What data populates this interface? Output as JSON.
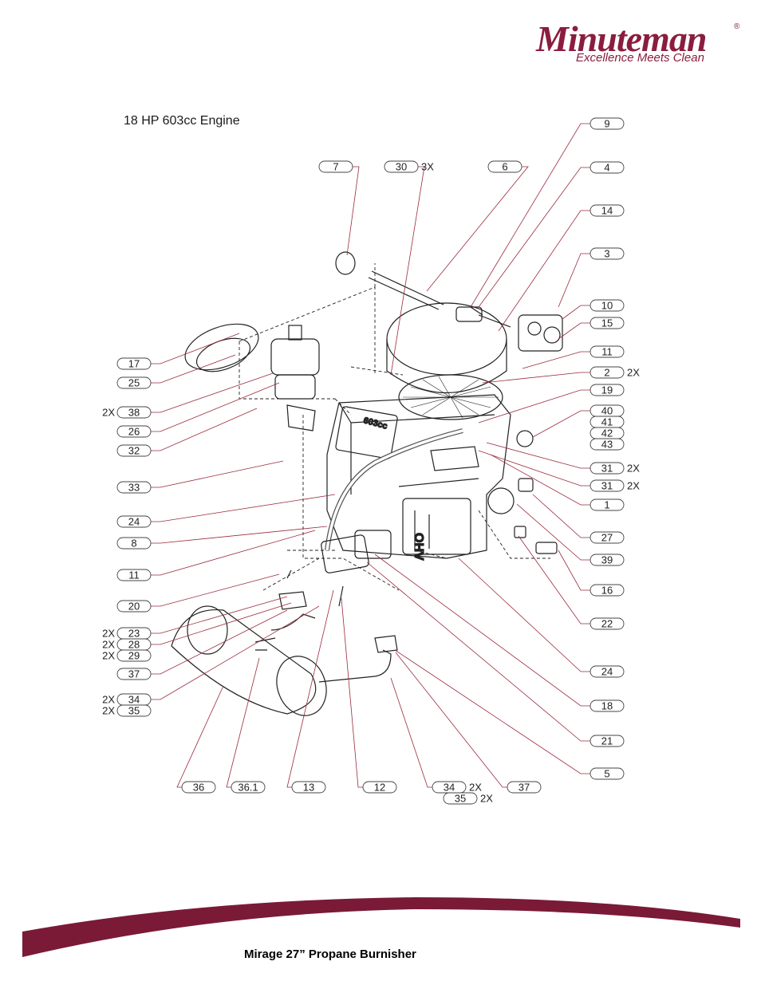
{
  "brand": {
    "name": "Minuteman",
    "registered_mark": "®",
    "tagline": "Excellence Meets Clean",
    "color": "#8a1d3f"
  },
  "diagram": {
    "title": "18 HP 603cc Engine",
    "engine_markings": [
      "OHV",
      "603cc"
    ],
    "callouts": [
      {
        "label": "9"
      },
      {
        "label": "4"
      },
      {
        "label": "14"
      },
      {
        "label": "3"
      },
      {
        "label": "10"
      },
      {
        "label": "15"
      },
      {
        "label": "11"
      },
      {
        "label": "2",
        "qty": "2X"
      },
      {
        "label": "19"
      },
      {
        "label": "40"
      },
      {
        "label": "41"
      },
      {
        "label": "42"
      },
      {
        "label": "43"
      },
      {
        "label": "31",
        "qty": "2X"
      },
      {
        "label": "31",
        "qty": "2X"
      },
      {
        "label": "1"
      },
      {
        "label": "27"
      },
      {
        "label": "39"
      },
      {
        "label": "16"
      },
      {
        "label": "22"
      },
      {
        "label": "24"
      },
      {
        "label": "18"
      },
      {
        "label": "21"
      },
      {
        "label": "5"
      },
      {
        "label": "7"
      },
      {
        "label": "30",
        "qty": "3X"
      },
      {
        "label": "6"
      },
      {
        "label": "17"
      },
      {
        "label": "25"
      },
      {
        "label": "38",
        "qty_left": "2X"
      },
      {
        "label": "26"
      },
      {
        "label": "32"
      },
      {
        "label": "33"
      },
      {
        "label": "24"
      },
      {
        "label": "8"
      },
      {
        "label": "11"
      },
      {
        "label": "20"
      },
      {
        "label": "23",
        "qty_left": "2X"
      },
      {
        "label": "28",
        "qty_left": "2X"
      },
      {
        "label": "29",
        "qty_left": "2X"
      },
      {
        "label": "37"
      },
      {
        "label": "34",
        "qty_left": "2X"
      },
      {
        "label": "35",
        "qty_left": "2X"
      },
      {
        "label": "36"
      },
      {
        "label": "36.1"
      },
      {
        "label": "13"
      },
      {
        "label": "12"
      },
      {
        "label": "34",
        "qty": "2X"
      },
      {
        "label": "35",
        "qty": "2X"
      },
      {
        "label": "37"
      }
    ]
  },
  "footer": {
    "title": "Mirage 27” Propane Burnisher",
    "swoosh_color": "#7a1a37"
  }
}
